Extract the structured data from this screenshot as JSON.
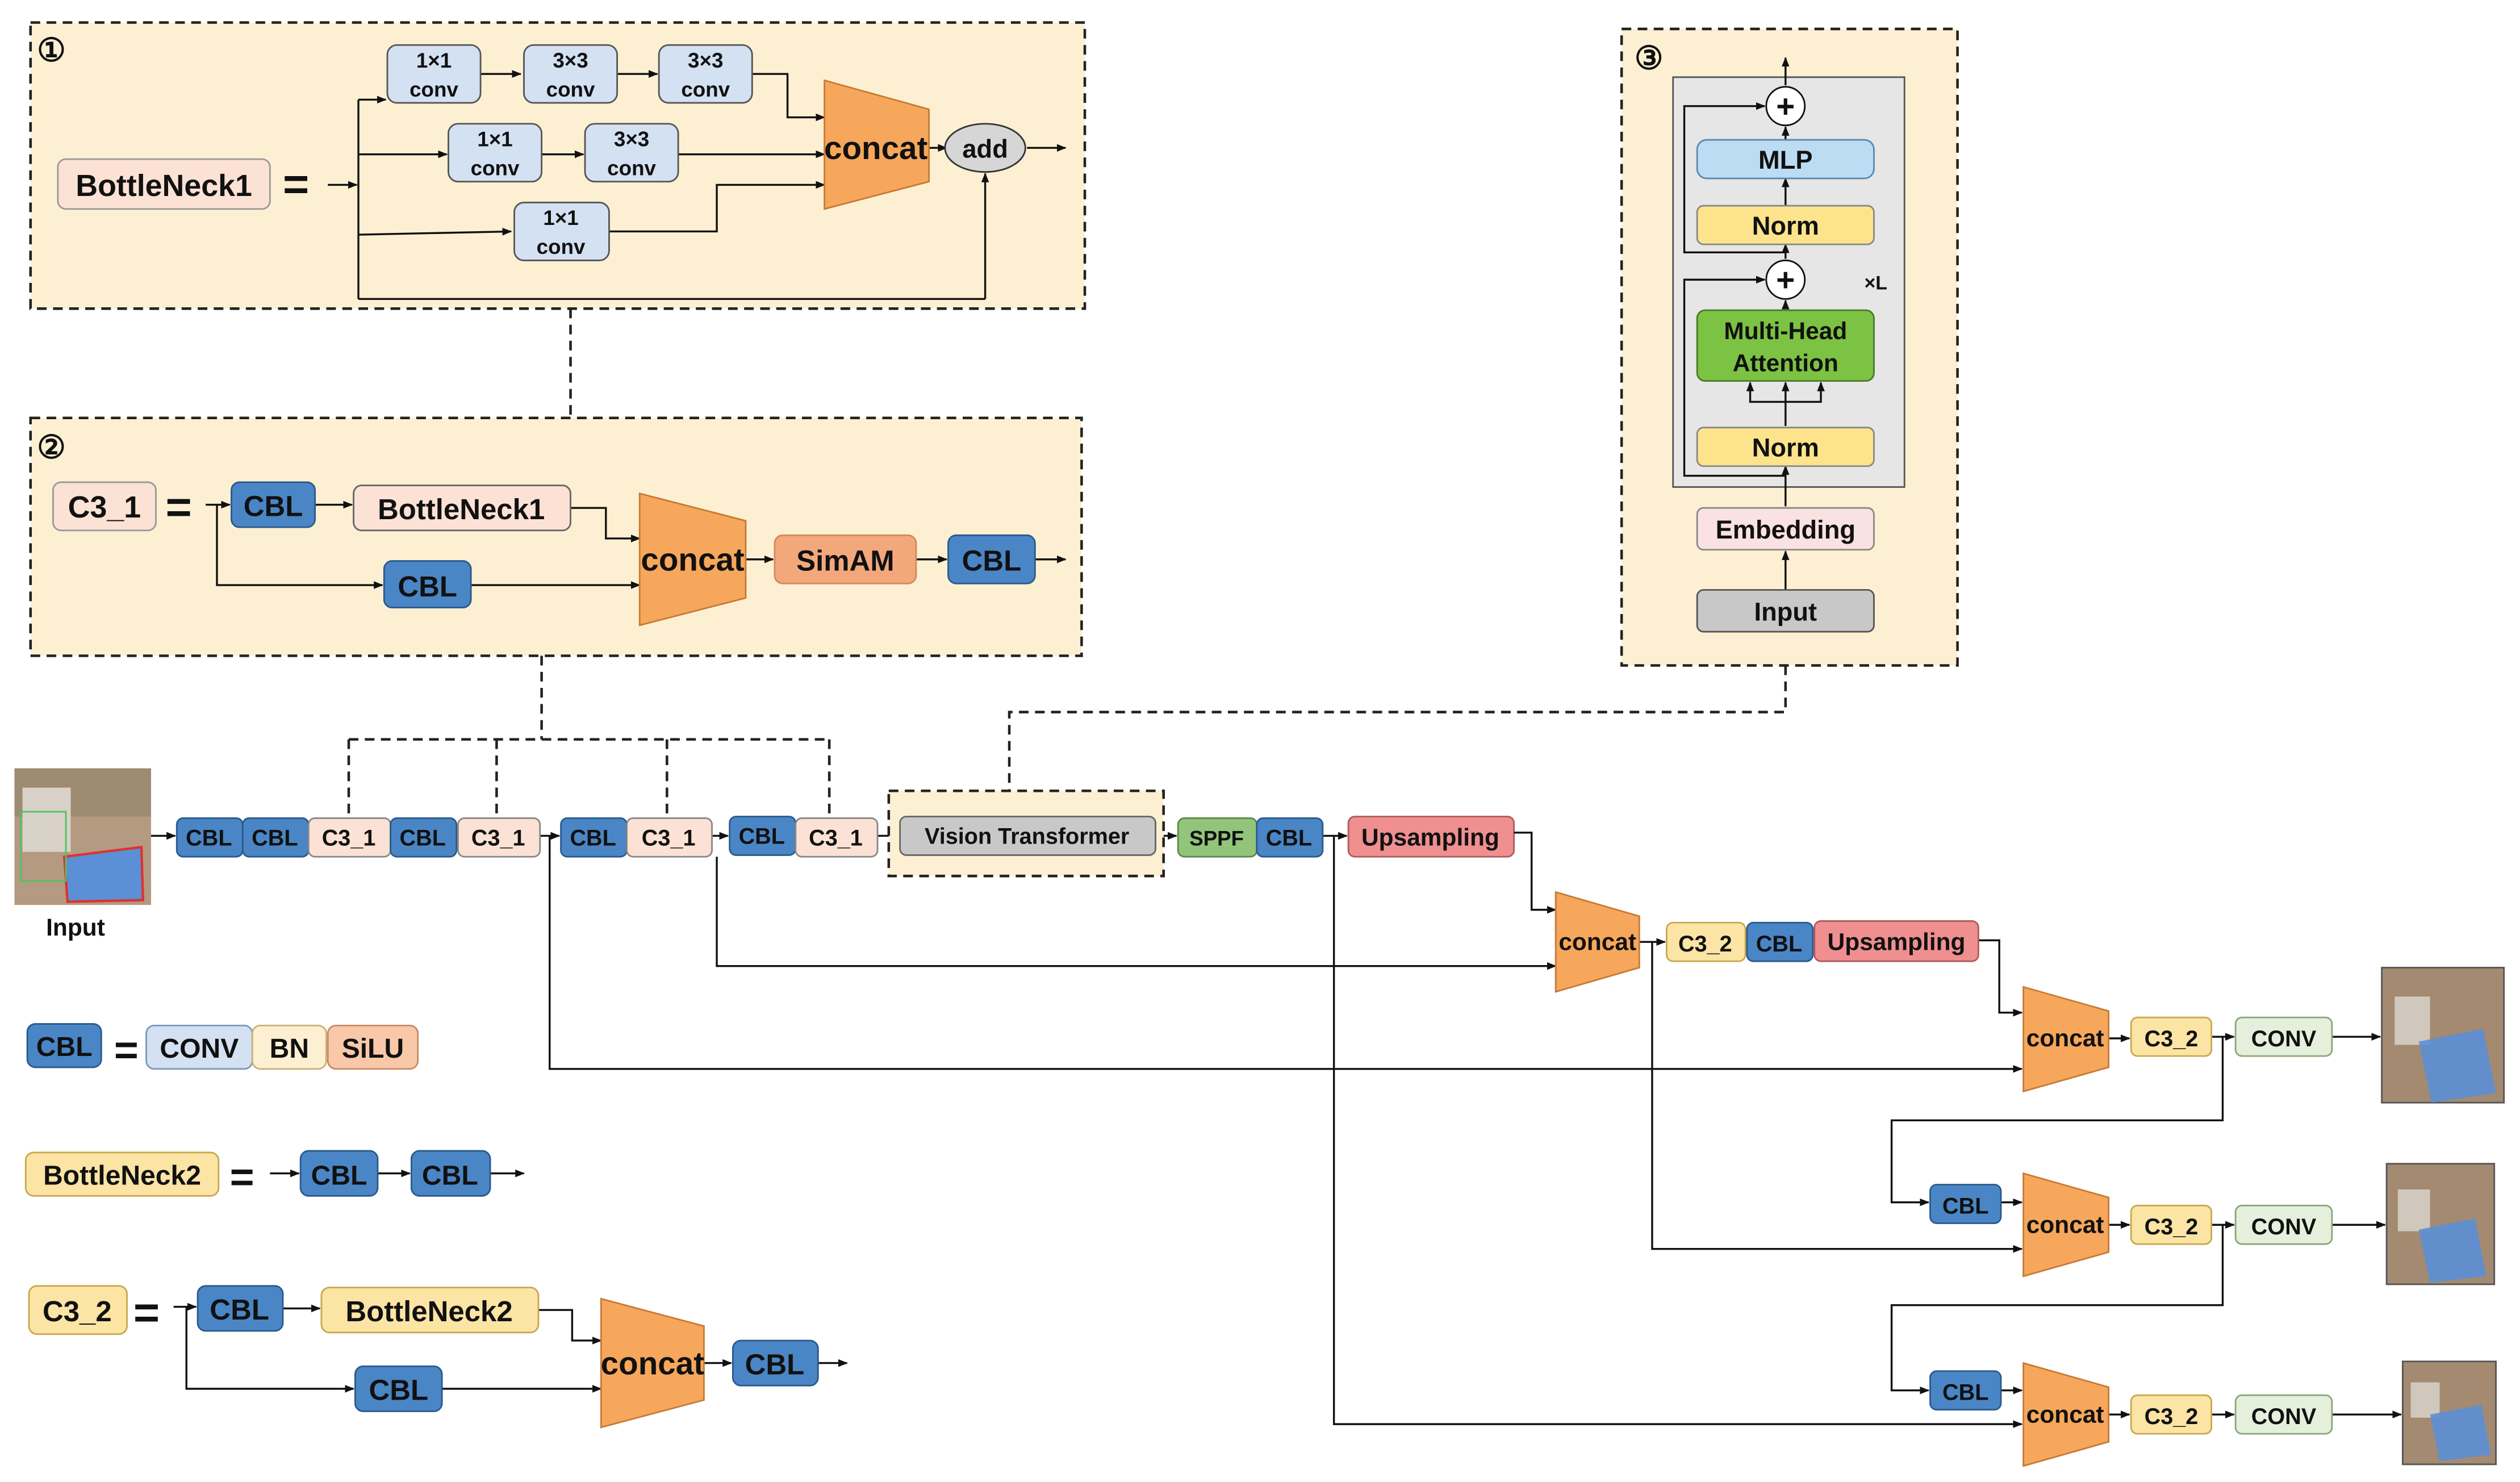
{
  "panel1": {
    "marker": "①",
    "title": "BottleNeck1",
    "equals": "=",
    "conv_1x1": "1×1",
    "conv_3x3": "3×3",
    "conv_label": "conv",
    "concat_label": "concat",
    "add_label": "add"
  },
  "panel2": {
    "marker": "②",
    "title": "C3_1",
    "equals": "=",
    "cbl_label": "CBL",
    "bottleneck_label": "BottleNeck1",
    "concat_label": "concat",
    "simam_label": "SimAM"
  },
  "panel3": {
    "marker": "③",
    "input_label": "Input",
    "embedding_label": "Embedding",
    "norm_label": "Norm",
    "attention_label_line1": "Multi-Head",
    "attention_label_line2": "Attention",
    "mlp_label": "MLP",
    "plus": "+",
    "repeat_label": "×L"
  },
  "backbone": {
    "input_caption": "Input",
    "cbl_label": "CBL",
    "c31_label": "C3_1",
    "vit_label": "Vision Transformer",
    "sppf_label": "SPPF",
    "upsampling_label": "Upsampling"
  },
  "neck": {
    "concat_label": "concat",
    "c32_label": "C3_2",
    "cbl_label": "CBL",
    "upsampling_label": "Upsampling",
    "conv_label": "CONV"
  },
  "legend": {
    "cbl_label": "CBL",
    "equals": "=",
    "conv_label": "CONV",
    "bn_label": "BN",
    "silu_label": "SiLU",
    "bottleneck2_label": "BottleNeck2",
    "c32_label": "C3_2",
    "concat_label": "concat"
  },
  "colors": {
    "panel_fill": "#fdf0d2",
    "cbl_blue": "#4a86c6",
    "c31_pink": "#fbe2d4",
    "c32_yellow": "#fce4a4",
    "conv_lightblue": "#d3e1f2",
    "concat_orange": "#f6a75b",
    "simam_salmon": "#f3a87c",
    "upsampling_red": "#ef8f8f",
    "sppf_green": "#92c47b",
    "conv_green": "#e5f0dc",
    "vit_gray": "#c8c8c8",
    "mlp_blue": "#bcdcf4",
    "norm_yellow": "#fde48c",
    "attention_green": "#7cc243"
  }
}
